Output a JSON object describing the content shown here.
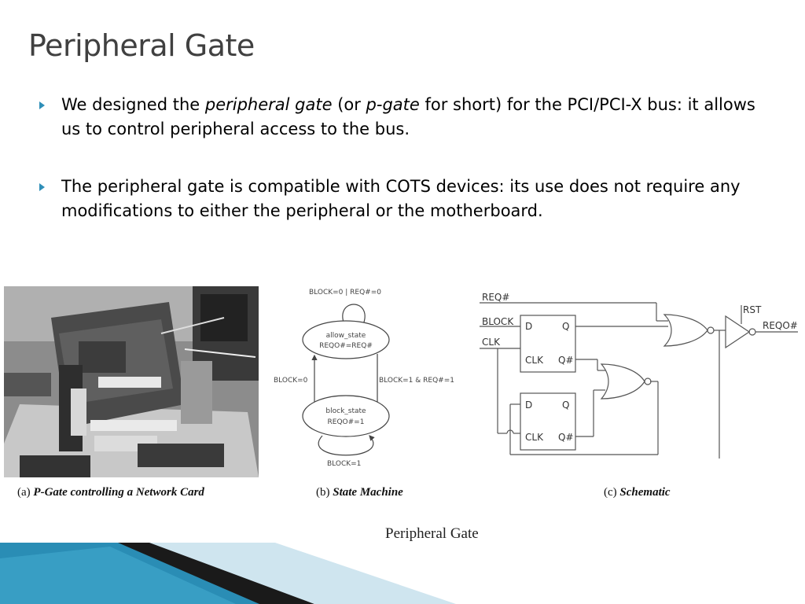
{
  "slide": {
    "title": "Peripheral Gate",
    "bullets": [
      {
        "pre": "We designed the ",
        "em1": "peripheral gate",
        "mid": " (or ",
        "em2": "p-gate",
        "post": " for short) for the PCI/PCI-X bus: it allows us to control peripheral access to the bus."
      },
      {
        "text": "The peripheral gate is compatible with COTS devices: its use does not require any modifications to either the peripheral or the motherboard."
      }
    ],
    "figure_title": "Peripheral Gate"
  },
  "figures": {
    "a": {
      "tag": "(a)",
      "label": "P-Gate controlling a Network Card"
    },
    "b": {
      "tag": "(b)",
      "label": "State Machine"
    },
    "c": {
      "tag": "(c)",
      "label": "Schematic"
    }
  },
  "state_machine": {
    "top_loop": "BLOCK=0 | REQ#=0",
    "state1_name": "allow_state",
    "state1_out": "REQO#=REQ#",
    "state2_name": "block_state",
    "state2_out": "REQO#=1",
    "left_edge": "BLOCK=0",
    "right_edge": "BLOCK=1 & REQ#=1",
    "bottom_loop": "BLOCK=1"
  },
  "schematic": {
    "in_req": "REQ#",
    "in_block": "BLOCK",
    "in_clk": "CLK",
    "ff_d": "D",
    "ff_q": "Q",
    "ff_clk": "CLK",
    "ff_qn": "Q#",
    "rst": "RST",
    "out": "REQO#"
  },
  "colors": {
    "title": "#404040",
    "bullet_marker": "#2f8fb8",
    "footer_dark": "#1a1a1a",
    "footer_blue": "#2a8db5",
    "footer_light": "#cfe5ef"
  }
}
